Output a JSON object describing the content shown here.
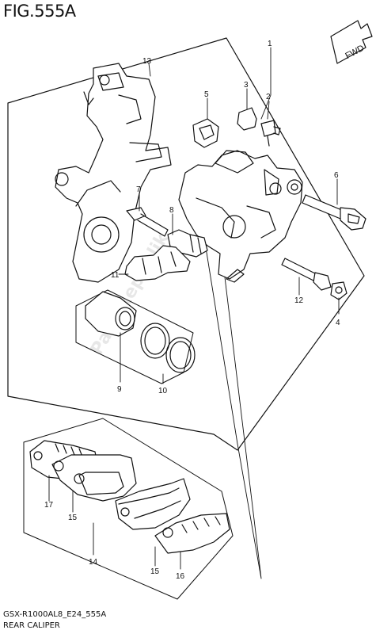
{
  "figure": {
    "title": "FIG.555A",
    "code": "GSX-R1000AL8_E24_555A",
    "caption": "REAR CALIPER",
    "watermark": "PartsRepublik",
    "direction_badge": "FWD"
  },
  "callouts": [
    "1",
    "2",
    "3",
    "4",
    "5",
    "6",
    "7",
    "8",
    "9",
    "10",
    "11",
    "12",
    "13",
    "14",
    "15",
    "15",
    "16",
    "17"
  ]
}
